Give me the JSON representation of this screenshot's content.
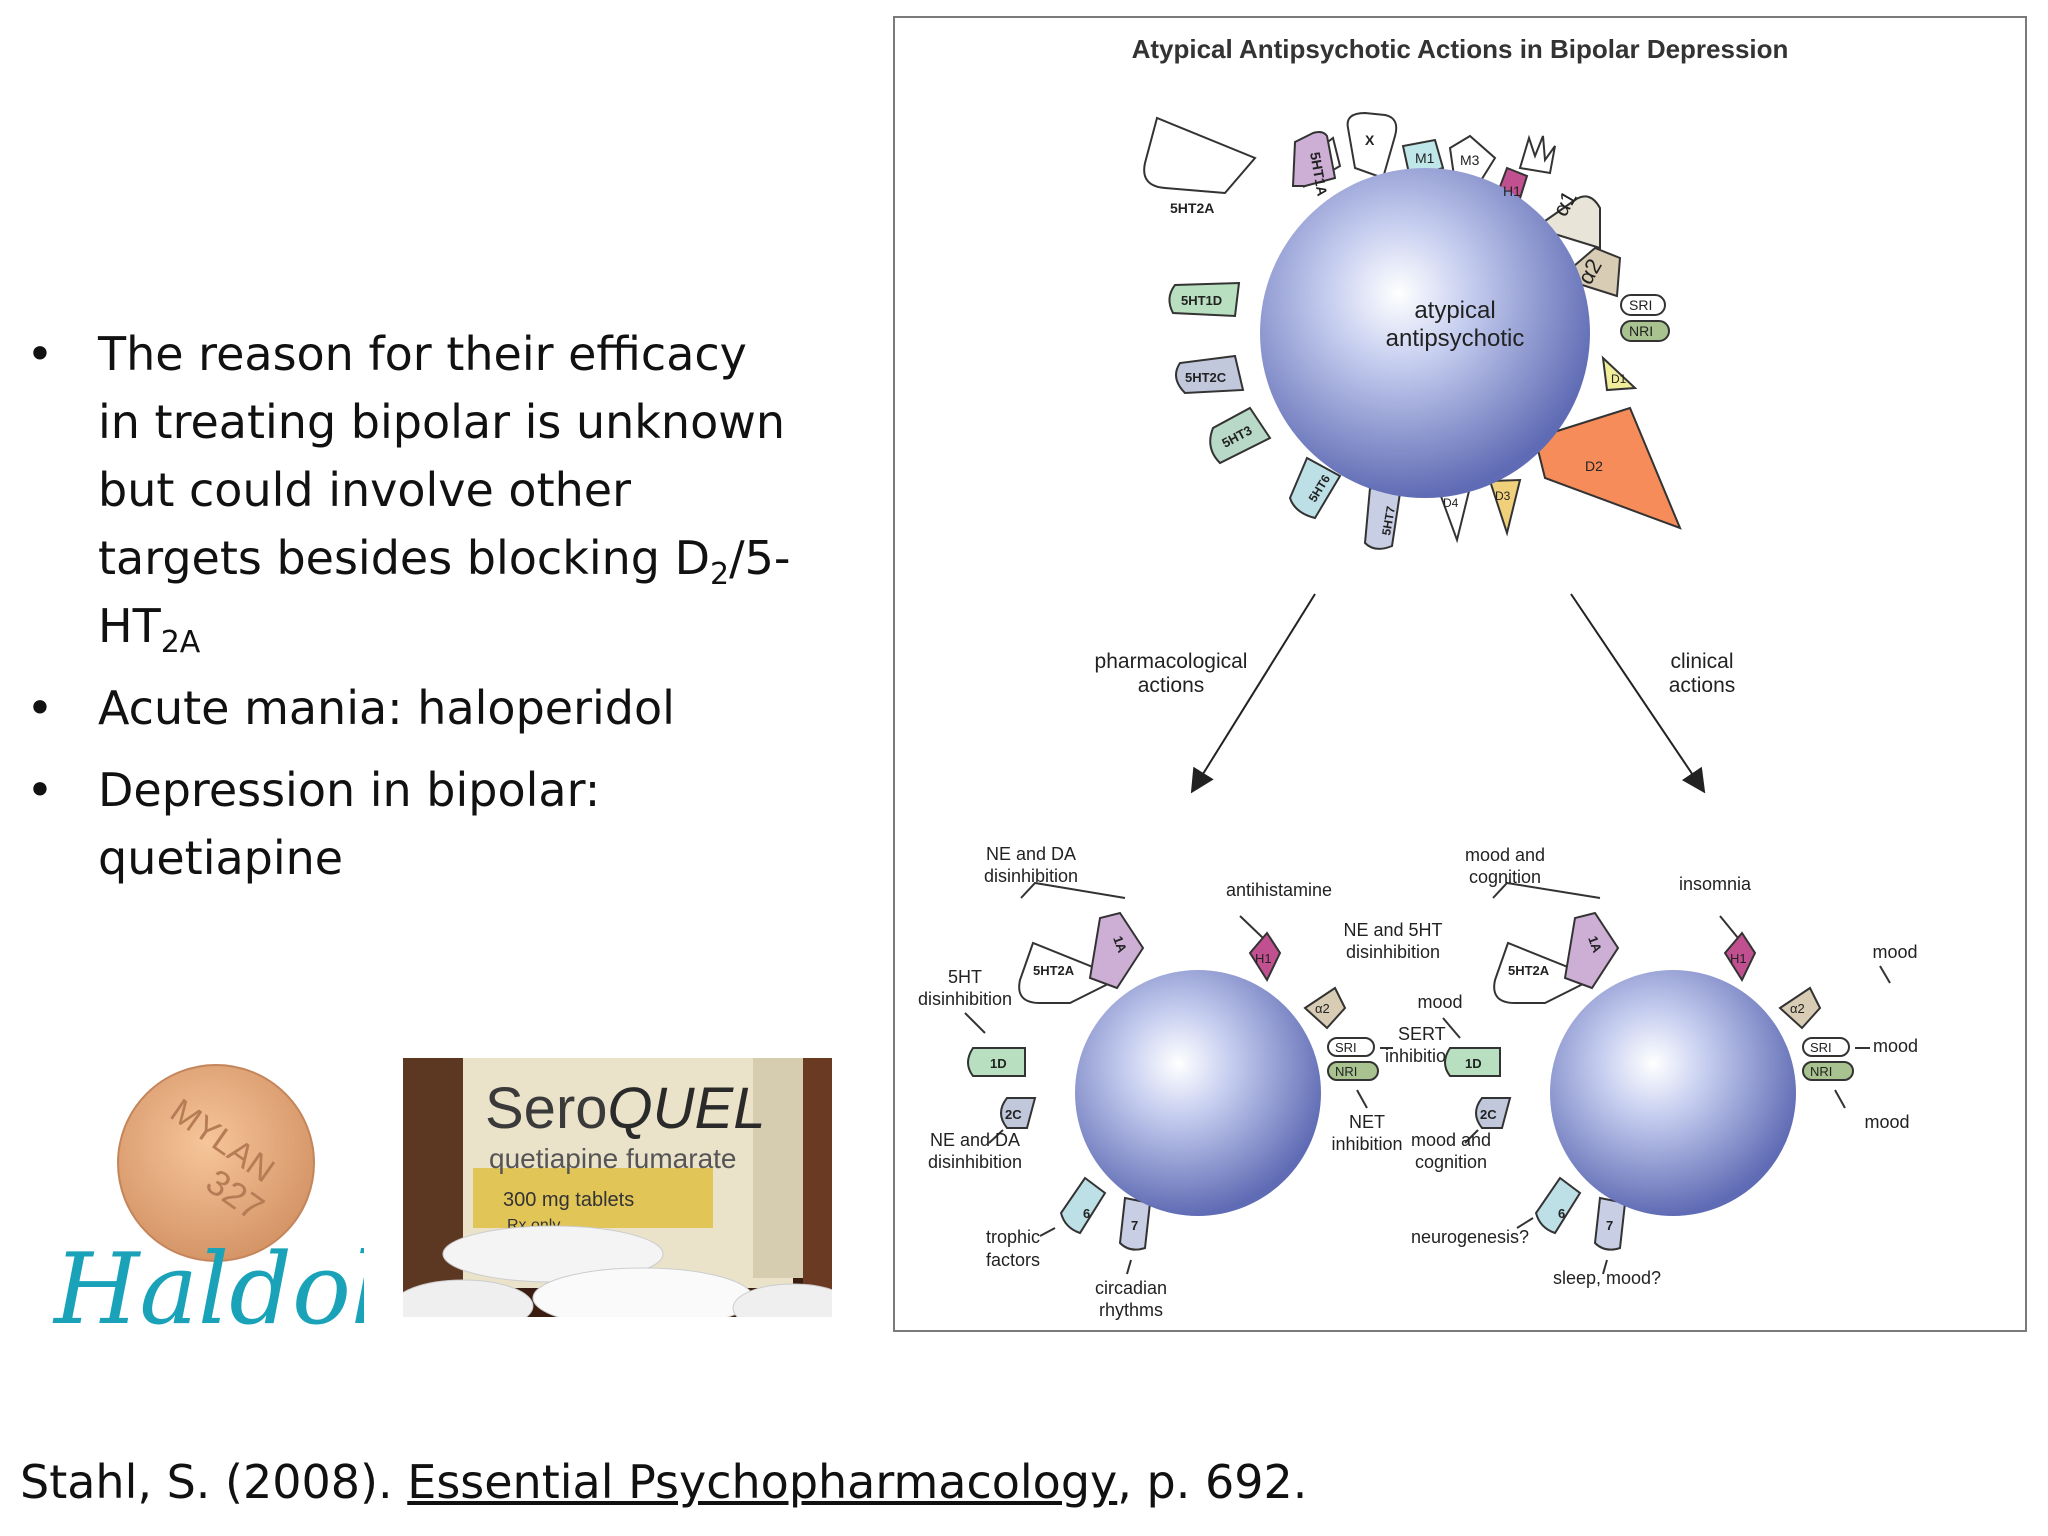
{
  "bullets": {
    "b1_line1": "The reason for their efficacy",
    "b1_line2": "in treating bipolar is unknown",
    "b1_line3": "but could involve other",
    "b1_line4_a": "targets besides blocking D",
    "b1_line4_sub": "2",
    "b1_line4_b": "/5-",
    "b1_line5_a": "HT",
    "b1_line5_sub": "2A",
    "b2": "Acute mania: haloperidol",
    "b3_line1": "Depression in bipolar:",
    "b3_line2": "quetiapine",
    "bullet_char": "•"
  },
  "images": {
    "haldol_logo": "Haldol",
    "haldol_pill_text_1": "MYLAN",
    "haldol_pill_text_2": "327",
    "seroquel_brand_a": "Sero",
    "seroquel_brand_b": "QUEL",
    "seroquel_generic": "quetiapine fumarate",
    "seroquel_dose": "300 mg tablets",
    "seroquel_rx": "Rx only"
  },
  "citation": {
    "prefix": "Stahl, S. (2008). ",
    "book": "Essential Psychopharmacology",
    "suffix": ", p. 692."
  },
  "diagram": {
    "title": "Atypical Antipsychotic Actions in Bipolar Depression",
    "center_line1": "atypical",
    "center_line2": "antipsychotic",
    "receptors": {
      "r_5ht2a": "5HT2A",
      "r_5ht1a": "5HT1A",
      "r_x": "X",
      "r_m1": "M1",
      "r_m3": "M3",
      "r_h1": "H1",
      "r_a1": "α1",
      "r_a2": "α2",
      "r_sri": "SRI",
      "r_nri": "NRI",
      "r_d1": "D1",
      "r_d2": "D2",
      "r_d3": "D3",
      "r_d4": "D4",
      "r_5ht7": "5HT7",
      "r_5ht6": "5HT6",
      "r_5ht3": "5HT3",
      "r_5ht2c": "5HT2C",
      "r_5ht1d": "5HT1D"
    },
    "arrow_left_1": "pharmacological",
    "arrow_left_2": "actions",
    "arrow_right_1": "clinical",
    "arrow_right_2": "actions",
    "left": {
      "ne_da_top_1": "NE and DA",
      "ne_da_top_2": "disinhibition",
      "antihistamine": "antihistamine",
      "ne5ht_1": "NE and 5HT",
      "ne5ht_2": "disinhibition",
      "fivehtdis_1": "5HT",
      "fivehtdis_2": "disinhibition",
      "sert_1": "SERT",
      "sert_2": "inhibition",
      "net_1": "NET",
      "net_2": "inhibition",
      "ne_da_bot_1": "NE and DA",
      "ne_da_bot_2": "disinhibition",
      "trophic_1": "trophic",
      "trophic_2": "factors",
      "circ_1": "circadian",
      "circ_2": "rhythms",
      "lbl_5ht2a": "5HT2A",
      "lbl_1a": "1A",
      "lbl_1d": "1D",
      "lbl_2c": "2C",
      "lbl_6": "6",
      "lbl_7": "7",
      "lbl_h1": "H1",
      "lbl_a2": "α2",
      "lbl_sri": "SRI",
      "lbl_nri": "NRI"
    },
    "right": {
      "mood_cog_top_1": "mood and",
      "mood_cog_top_2": "cognition",
      "insomnia": "insomnia",
      "mood_a": "mood",
      "mood_b": "mood",
      "mood_c": "mood",
      "mood_d": "mood",
      "mood_cog_bot_1": "mood and",
      "mood_cog_bot_2": "cognition",
      "neuro": "neurogenesis?",
      "sleep": "sleep, mood?",
      "lbl_5ht2a": "5HT2A",
      "lbl_1a": "1A",
      "lbl_1d": "1D",
      "lbl_2c": "2C",
      "lbl_6": "6",
      "lbl_7": "7",
      "lbl_h1": "H1",
      "lbl_a2": "α2",
      "lbl_sri": "SRI",
      "lbl_nri": "NRI"
    }
  }
}
